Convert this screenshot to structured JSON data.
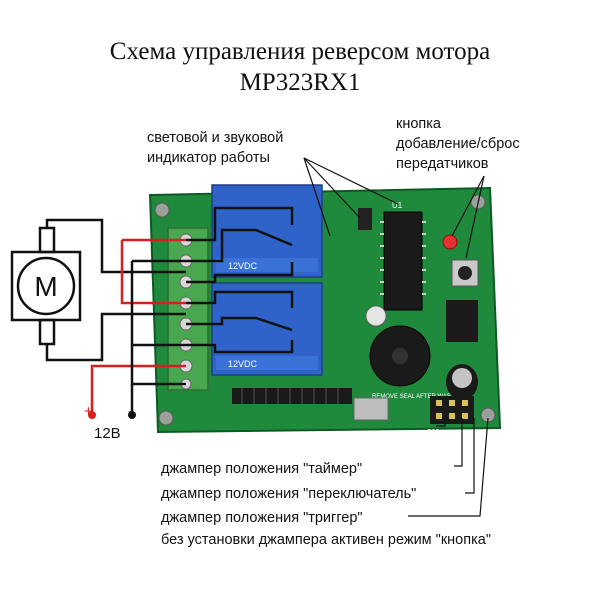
{
  "title": {
    "line1": "Схема управления реверсом мотора",
    "line2": "MP323RX1"
  },
  "labels": {
    "indicator_line1": "световой и звуковой",
    "indicator_line2": "индикатор работы",
    "button_line1": "кнопка",
    "button_line2": "добавление/сброс",
    "button_line3": "передатчиков",
    "jumper_timer": "джампер положения \"таймер\"",
    "jumper_switch": "джампер положения \"переключатель\"",
    "jumper_trigger": "джампер положения \"триггер\"",
    "no_jumper": "без установки джампера активен режим \"кнопка\""
  },
  "power": {
    "plus": "+",
    "minus": "-",
    "voltage": "12В"
  },
  "motor": {
    "symbol": "M"
  },
  "board": {
    "buzzer_text": "REMOVE SEAL AFTER WASHING",
    "relay_text": "12VDC",
    "jumper_label": "S09",
    "chip_label": "U1"
  },
  "colors": {
    "pcb": "#1f8a3c",
    "wire_red": "#d62020",
    "wire_black": "#111111",
    "relay_blue": "#2f63c9",
    "terminal_green": "#49a84f"
  }
}
